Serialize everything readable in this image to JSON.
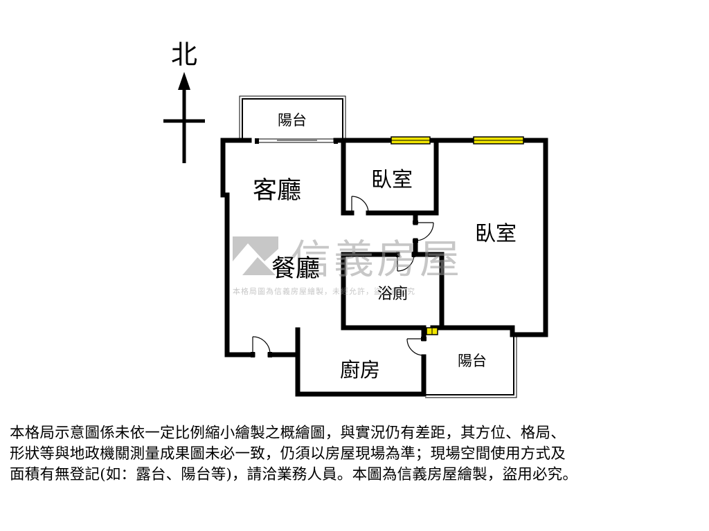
{
  "compass": {
    "north_label": "北"
  },
  "rooms": {
    "balcony_top": "陽台",
    "living_room": "客廳",
    "bedroom_small": "臥室",
    "bedroom_large": "臥室",
    "dining_room": "餐廳",
    "bathroom": "浴廁",
    "kitchen": "廚房",
    "balcony_bottom": "陽台"
  },
  "watermark": {
    "brand": "信義房屋",
    "notice": "本格局圖為信義房屋繪製，未經允許，盜用者必究",
    "color": "#9a9a9a"
  },
  "disclaimer": {
    "line1": "本格局示意圖係未依一定比例縮小繪製之概繪圖，與實況仍有差距，其方位、格局、",
    "line2": "形狀等與地政機關測量成果圖未必一致，仍須以房屋現場為準；現場空間使用方式及",
    "line3": "面積有無登記(如：露台、陽台等)，請洽業務人員。本圖為信義房屋繪製，盜用必究。"
  },
  "colors": {
    "wall": "#000000",
    "window": "#f2e600"
  }
}
